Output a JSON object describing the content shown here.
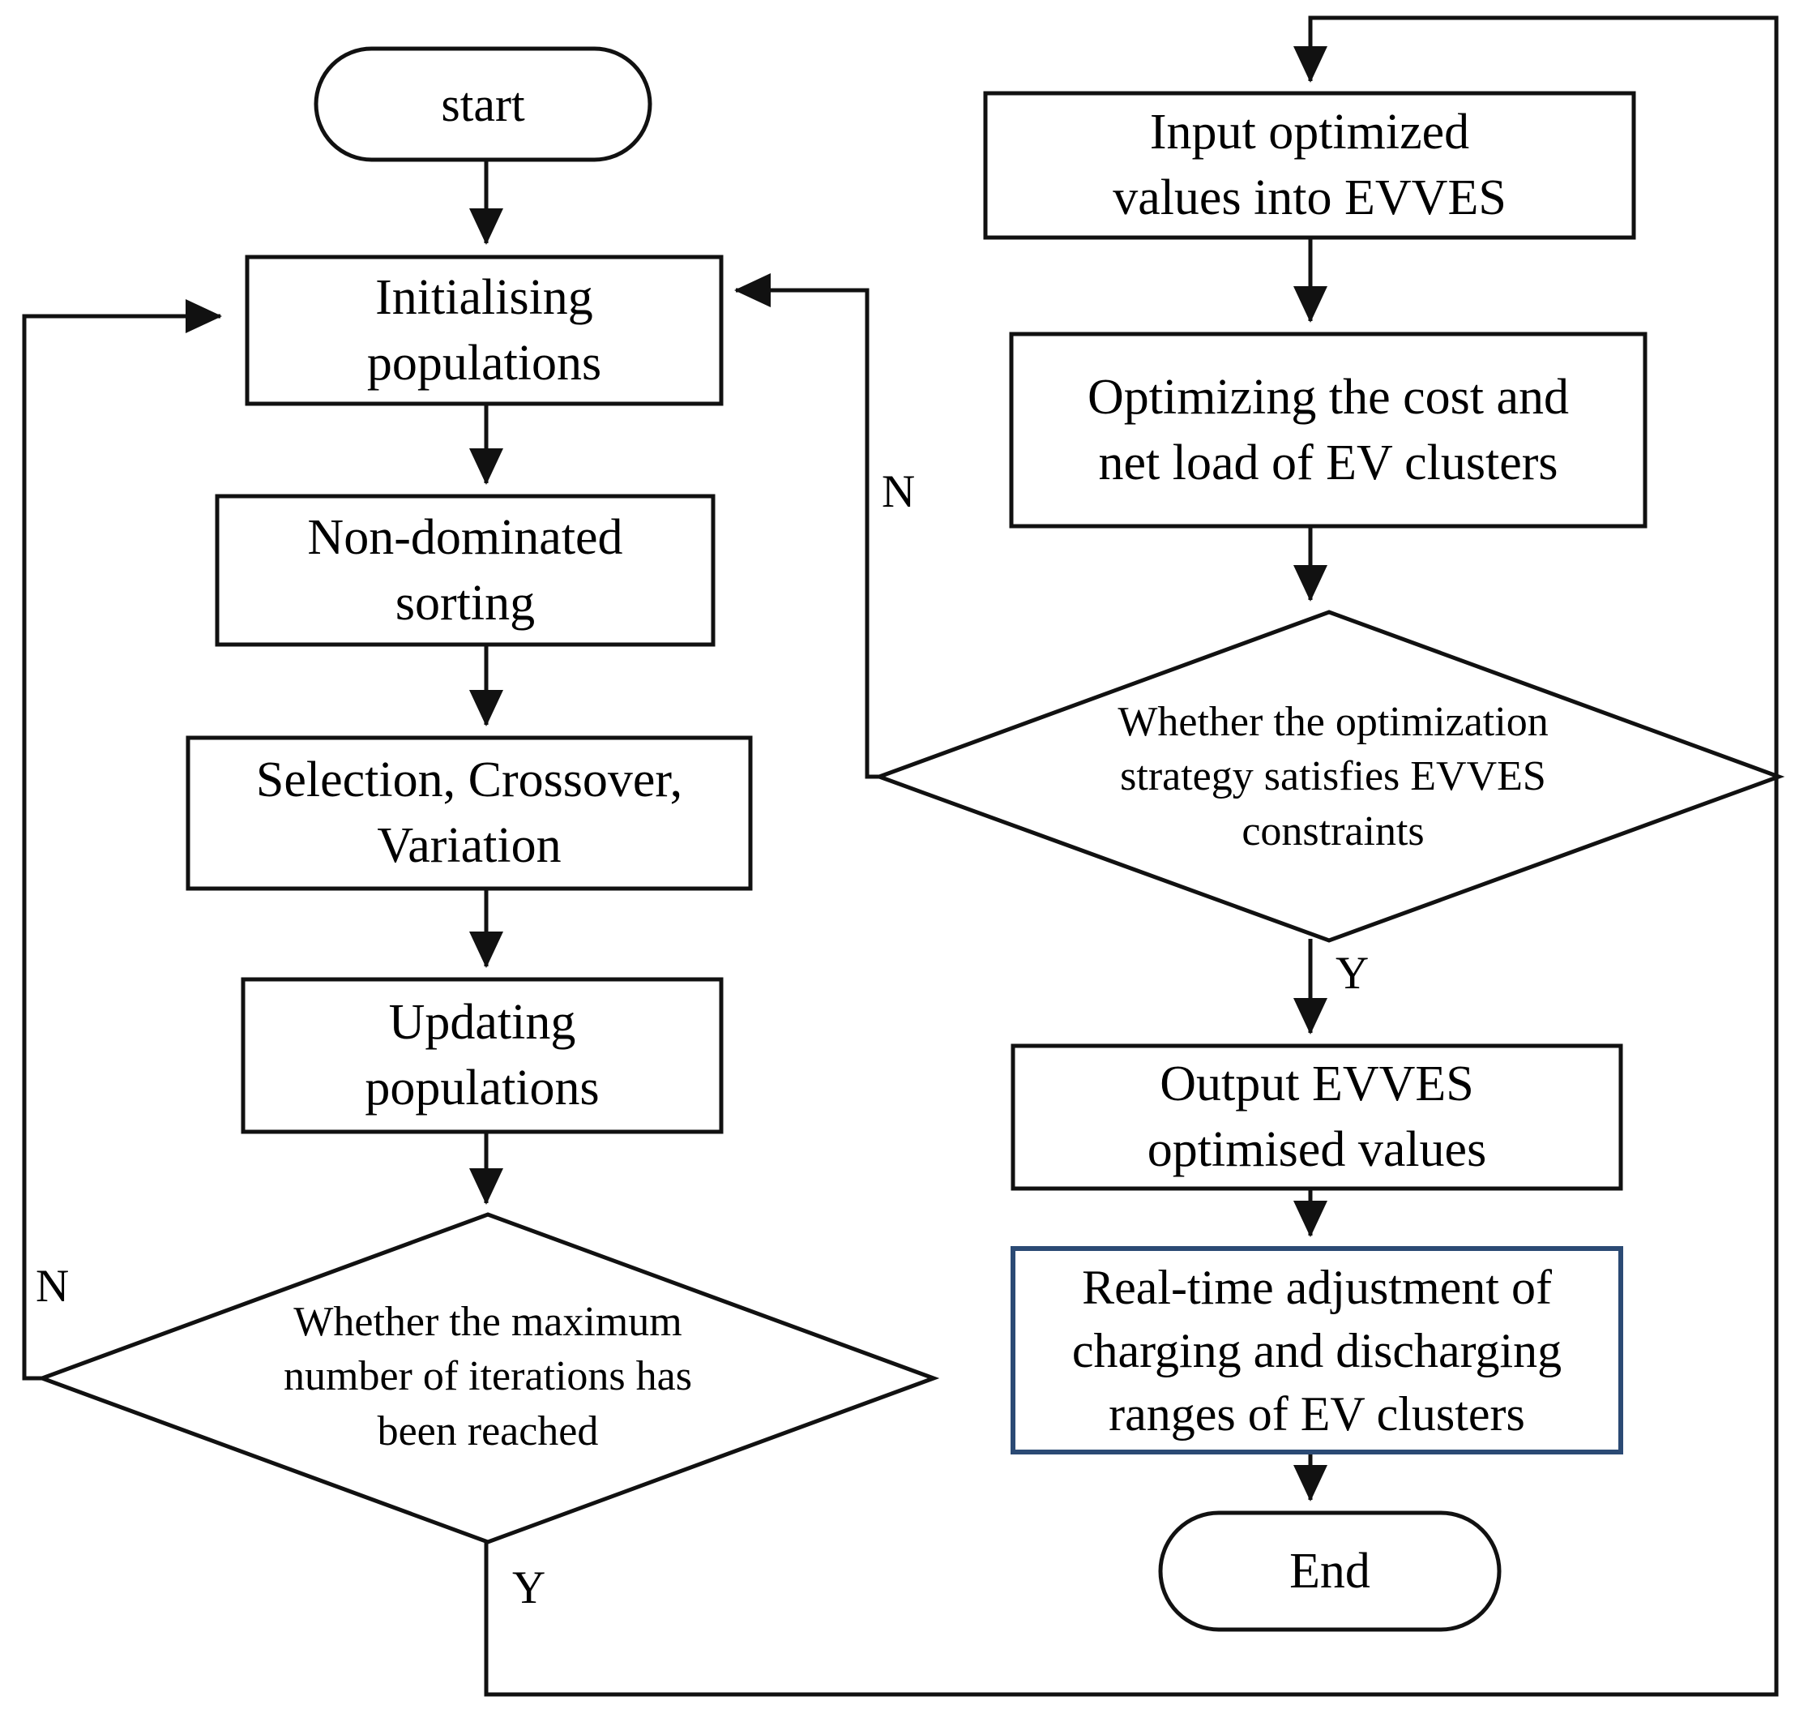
{
  "diagram": {
    "title_text": "",
    "colors": {
      "stroke": "#111111",
      "text": "#000000",
      "background": "#ffffff",
      "highlight_border": "#2b4a74"
    },
    "nodes": {
      "start": {
        "label": "start",
        "shape": "terminator"
      },
      "init_pop": {
        "label": "Initialising\npopulations",
        "shape": "process"
      },
      "non_dominated": {
        "label": "Non-dominated\nsorting",
        "shape": "process"
      },
      "selection": {
        "label": "Selection, Crossover,\nVariation",
        "shape": "process"
      },
      "updating": {
        "label": "Updating\npopulations",
        "shape": "process"
      },
      "max_iter": {
        "label": "Whether the maximum\nnumber of iterations has\nbeen reached",
        "shape": "decision"
      },
      "input_values": {
        "label": "Input  optimized\nvalues into EVVES",
        "shape": "process"
      },
      "optimizing": {
        "label": "Optimizing the cost and\nnet load of EV clusters",
        "shape": "process"
      },
      "constraints": {
        "label": "Whether the optimization\nstrategy satisfies EVVES\nconstraints",
        "shape": "decision"
      },
      "output_values": {
        "label": "Output EVVES\noptimised values",
        "shape": "process"
      },
      "realtime": {
        "label": "Real-time adjustment of\ncharging and discharging\nranges of EV clusters",
        "shape": "process-highlighted"
      },
      "end": {
        "label": "End",
        "shape": "terminator"
      }
    },
    "edge_labels": {
      "max_iter_no": "N",
      "max_iter_yes": "Y",
      "constraints_no": "N",
      "constraints_yes": "Y"
    }
  }
}
